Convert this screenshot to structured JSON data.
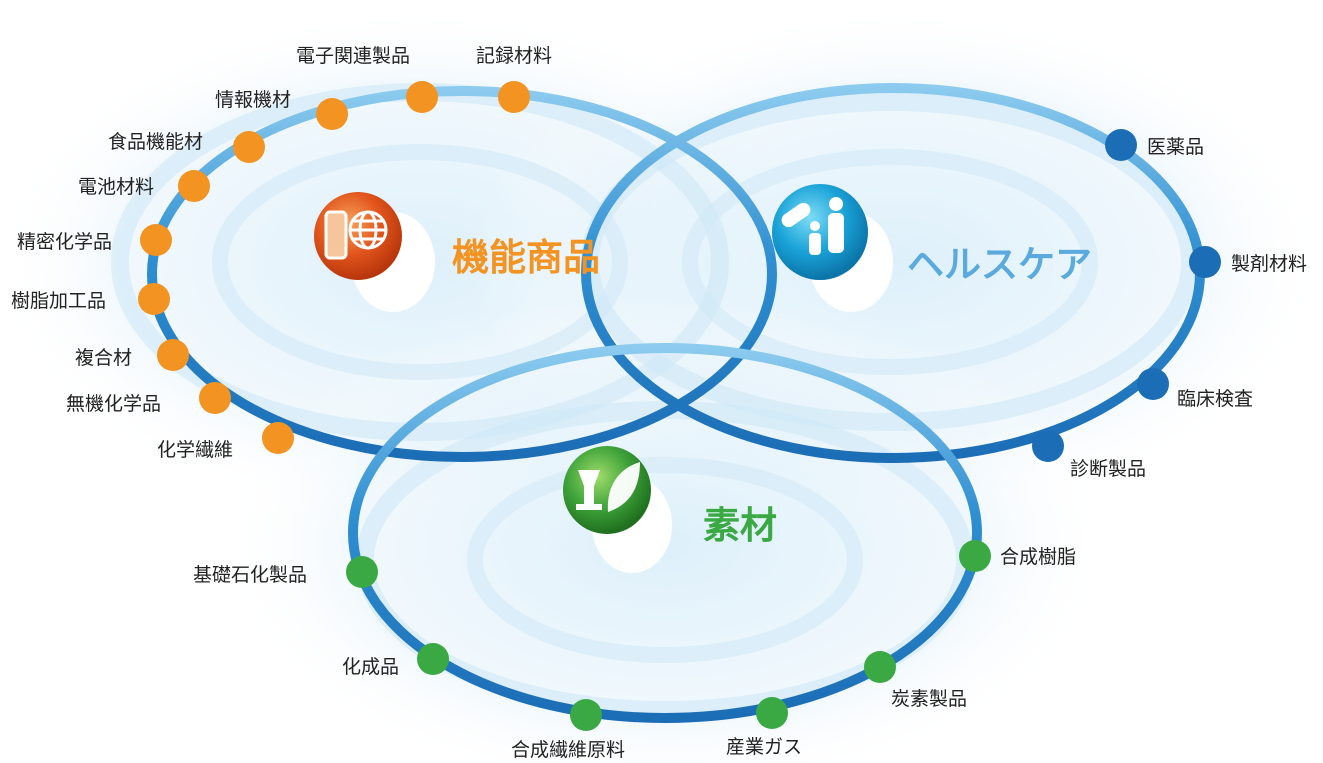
{
  "segments": [
    {
      "id": "functional",
      "title": "機能商品",
      "color": "#f39321",
      "icon": "roll-and-globe-icon",
      "items": [
        "電子関連製品",
        "記録材料",
        "情報機材",
        "食品機能材",
        "電池材料",
        "精密化学品",
        "樹脂加工品",
        "複合材",
        "無機化学品",
        "化学繊維"
      ]
    },
    {
      "id": "healthcare",
      "title": "ヘルスケア",
      "color": "#5aaadf",
      "icon": "pill-and-family-icon",
      "items": [
        "医薬品",
        "製剤材料",
        "臨床検査",
        "診断製品"
      ]
    },
    {
      "id": "materials",
      "title": "素材",
      "color": "#3aa944",
      "icon": "flask-and-leaf-icon",
      "items": [
        "合成樹脂",
        "基礎石化製品",
        "化成品",
        "炭素製品",
        "合成繊維原料",
        "産業ガス"
      ]
    }
  ],
  "colors": {
    "ring": "#2f8fd1",
    "ring_dark": "#1c6fb3",
    "healthcare_dot": "#1b6db5",
    "materials_dot": "#3aa944",
    "functional_dot": "#f39321"
  }
}
